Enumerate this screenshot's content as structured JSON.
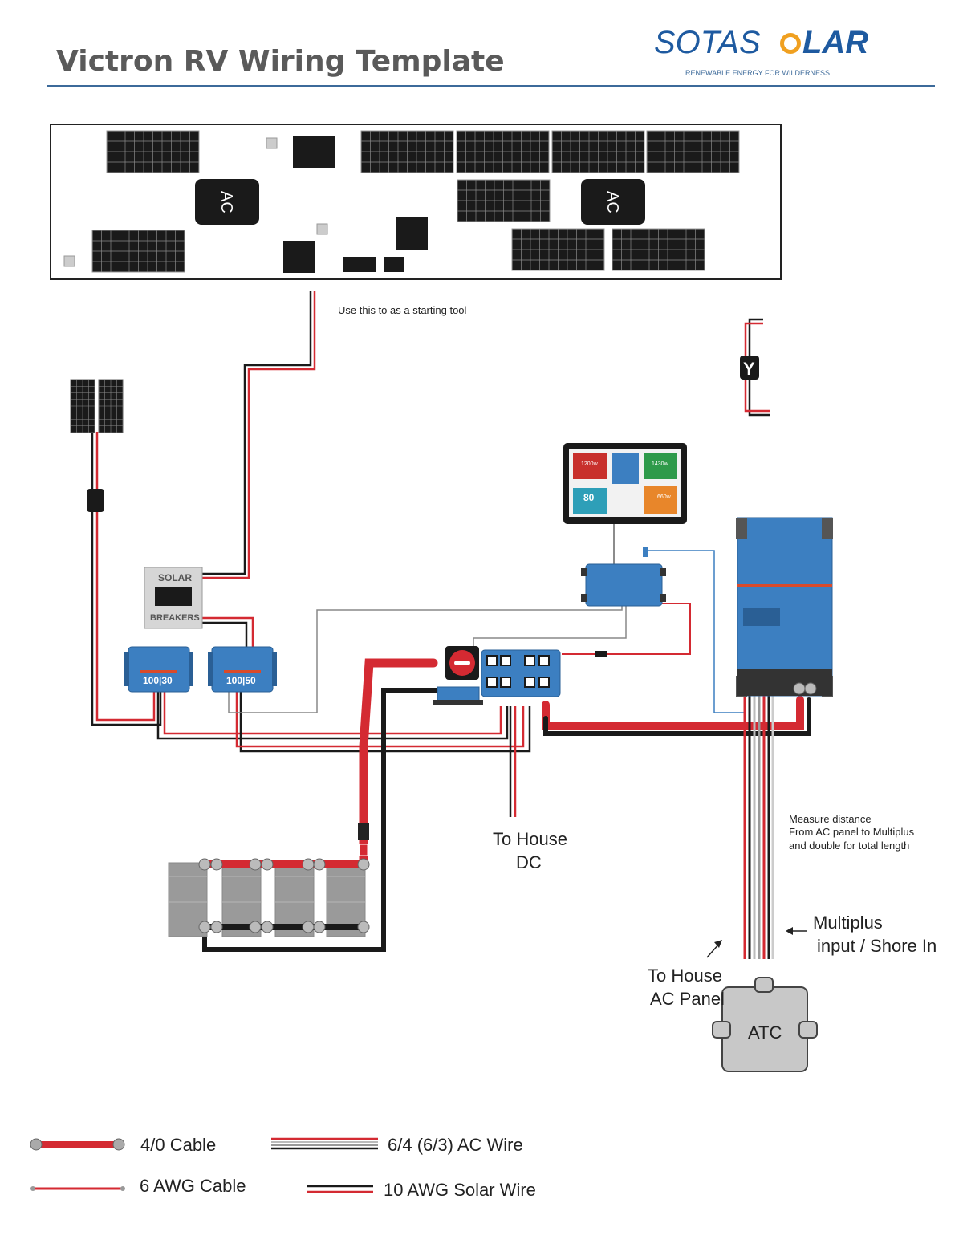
{
  "header": {
    "title": "Victron RV Wiring Template",
    "brand_left": "SOTAS",
    "brand_right": "LAR",
    "tagline": "RENEWABLE ENERGY FOR WILDERNESS"
  },
  "roof": {
    "ac_labels": [
      "AC",
      "AC"
    ]
  },
  "notes": {
    "starting_tool": "Use this to as a starting tool",
    "y_label": "Y",
    "measure_line1": "Measure distance",
    "measure_line2": "From AC panel to Multiplus",
    "measure_line3": "and double for total length"
  },
  "components": {
    "breaker_top": "SOLAR",
    "breaker_bottom": "BREAKERS",
    "mppt1": "100|30",
    "mppt2": "100|50",
    "atc": "ATC",
    "screen_values": [
      "1200w",
      "1430w",
      "80",
      "660w"
    ]
  },
  "labels": {
    "house_dc_1": "To House",
    "house_dc_2": "DC",
    "shore_1": "Multiplus",
    "shore_2": "input / Shore In",
    "house_ac_1": "To House",
    "house_ac_2": "AC Panel"
  },
  "legend": {
    "cable_40": "4/0 Cable",
    "awg6": "6 AWG Cable",
    "ac_wire": "6/4  (6/3) AC Wire",
    "solar_wire": "10 AWG Solar Wire"
  },
  "colors": {
    "red": "#d42a32",
    "black": "#1a1a1a",
    "victron_blue": "#3c7fc1",
    "brand_blue": "#1e5aa0",
    "brand_orange": "#f0a020"
  }
}
